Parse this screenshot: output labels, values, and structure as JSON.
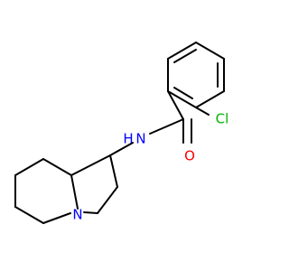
{
  "molecule": {
    "atoms": {
      "cl": "Cl",
      "o": "O",
      "nh": "N",
      "h": "H",
      "n_ring": "N"
    },
    "colors": {
      "bond": "#000000",
      "cl": "#00b400",
      "o": "#ff0000",
      "n": "#0000ff"
    }
  }
}
